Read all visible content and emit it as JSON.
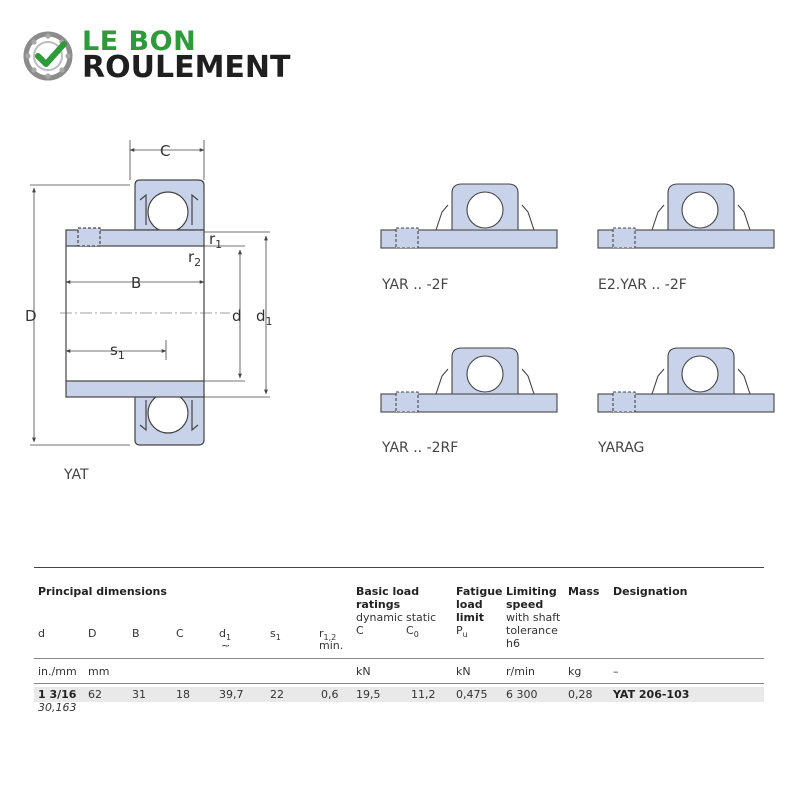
{
  "logo": {
    "line1": "LE BON",
    "line2": "ROULEMENT"
  },
  "diagram_labels": {
    "C": "C",
    "r1": "r",
    "r1_sub": "1",
    "r2": "r",
    "r2_sub": "2",
    "B": "B",
    "D": "D",
    "d": "d",
    "d1": "d",
    "d1_sub": "1",
    "s1": "s",
    "s1_sub": "1",
    "main_caption": "YAT"
  },
  "variants": [
    {
      "caption": "YAR .. -2F"
    },
    {
      "caption": "E2.YAR .. -2F"
    },
    {
      "caption": "YAR .. -2RF"
    },
    {
      "caption": "YARAG"
    }
  ],
  "table": {
    "headers": {
      "principal": "Principal dimensions",
      "basic1": "Basic load",
      "basic2": "ratings",
      "dynamic": "dynamic",
      "static": "static",
      "fatigue1": "Fatigue",
      "fatigue2": "load",
      "fatigue3": "limit",
      "limiting1": "Limiting",
      "limiting2": "speed",
      "limiting3": "with shaft",
      "limiting4": "tolerance",
      "limiting5": "h6",
      "mass": "Mass",
      "designation": "Designation"
    },
    "symbols": {
      "d": "d",
      "D": "D",
      "B": "B",
      "C": "C",
      "d1": "d",
      "d1_sub": "1",
      "d1_tilde": "~",
      "s1": "s",
      "s1_sub": "1",
      "r12": "r",
      "r12_sub": "1,2",
      "r12_min": "min.",
      "C_load": "C",
      "C0": "C",
      "C0_sub": "0",
      "Pu": "P",
      "Pu_sub": "u"
    },
    "units": {
      "in_mm": "in./mm",
      "mm": "mm",
      "kN1": "kN",
      "kN2": "kN",
      "rpm": "r/min",
      "kg": "kg",
      "dash": "–"
    },
    "row": {
      "d_in": "1 3/16",
      "d_mm": "30,163",
      "D": "62",
      "B": "31",
      "C": "18",
      "d1": "39,7",
      "s1": "22",
      "r12": "0,6",
      "C_dyn": "19,5",
      "C0": "11,2",
      "Pu": "0,475",
      "speed": "6 300",
      "mass": "0,28",
      "designation": "YAT 206-103"
    }
  },
  "colors": {
    "housing_fill": "#c8d3ea",
    "line": "#444444",
    "logo_green": "#2e9a3a"
  }
}
